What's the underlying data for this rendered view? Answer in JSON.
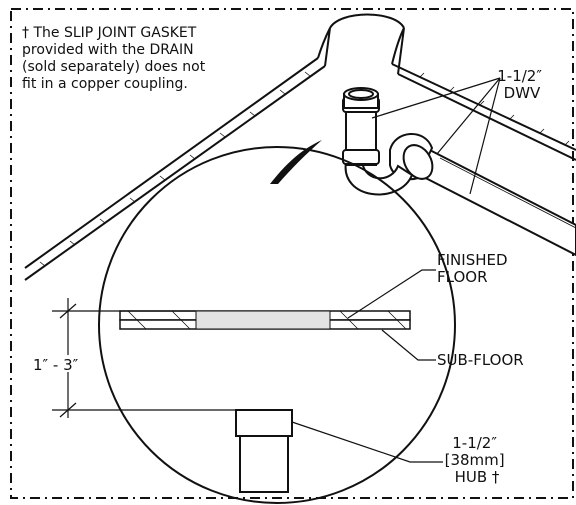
{
  "note": {
    "lines": [
      "† The SLIP JOINT GASKET",
      "provided with the DRAIN",
      "(sold separately) does not",
      "fit in a copper coupling."
    ]
  },
  "labels": {
    "dwv_line1": "1-1/2″",
    "dwv_line2": "DWV",
    "finished_floor_line1": "FINISHED",
    "finished_floor_line2": "FLOOR",
    "sub_floor": "SUB-FLOOR",
    "floor_gap": "1″ - 3″",
    "hub_line1": "1-1/2″",
    "hub_line2": "[38mm]",
    "hub_line3": "HUB †"
  },
  "colors": {
    "ink": "#111111",
    "pipe_fill": "#ffffff",
    "gasket_fill": "#e3e3e3"
  }
}
